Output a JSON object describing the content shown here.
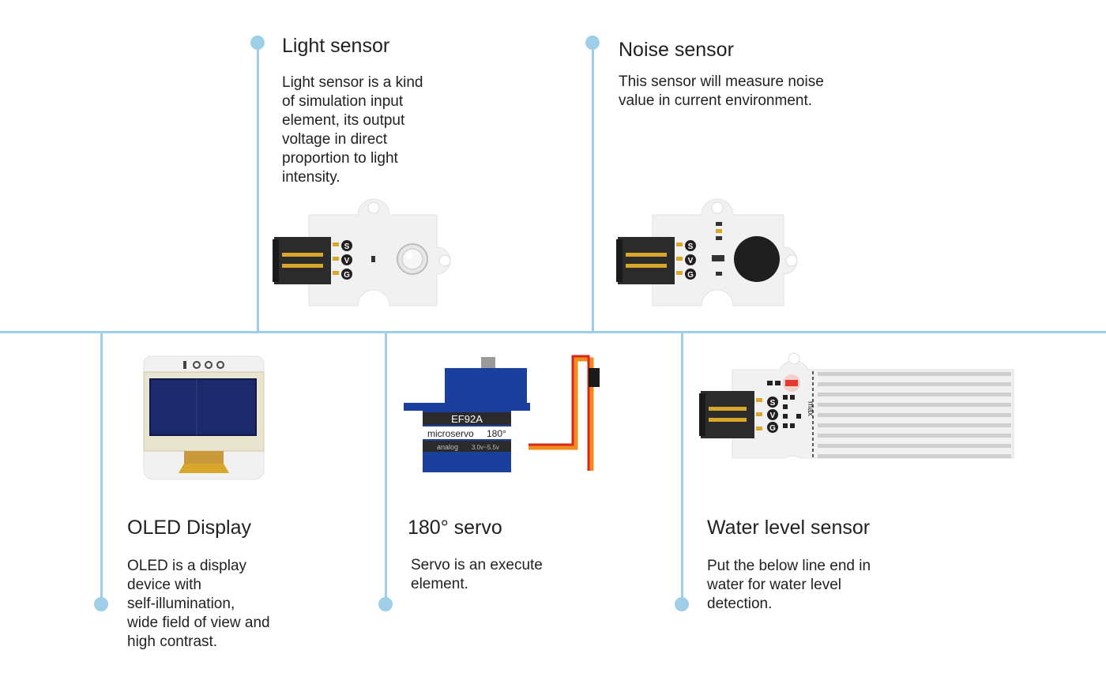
{
  "modules": {
    "light": {
      "title": "Light sensor",
      "desc": "Light sensor is a kind\nof simulation input\nelement, its output\nvoltage in direct\nproportion to light\nintensity.",
      "pins": [
        "S",
        "V",
        "G"
      ]
    },
    "noise": {
      "title": "Noise sensor",
      "desc": "This sensor will measure noise\n value in current environment.",
      "pins": [
        "S",
        "V",
        "G"
      ]
    },
    "oled": {
      "title": "OLED  Display",
      "desc": "OLED is a display\ndevice with\nself-illumination,\nwide field of view and\nhigh contrast."
    },
    "servo": {
      "title": "180° servo",
      "desc": "Servo is an execute\nelement.",
      "model": "EF92A",
      "label_brand": "microservo",
      "label_angle": "180°",
      "label_type": "analog",
      "label_voltage": "3.0v~5.5v"
    },
    "water": {
      "title": "Water level sensor",
      "desc": "Put the below line end in\nwater for water level\ndetection.",
      "pins": [
        "S",
        "V",
        "G"
      ],
      "max_label": "max"
    }
  },
  "colors": {
    "line": "#9fcfe8",
    "board": "#f1f1f1",
    "connector": "#2b2b2b",
    "gold": "#d8a62a",
    "servo_blue": "#1a3f9c",
    "oled_screen": "#1c2a6b",
    "wire_orange": "#f28c1a",
    "wire_red": "#d6281c"
  }
}
